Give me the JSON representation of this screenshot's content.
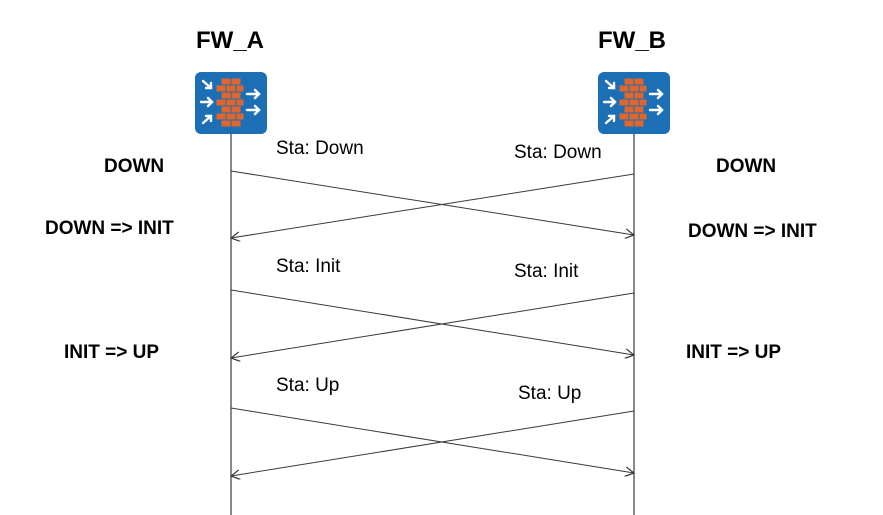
{
  "nodes": {
    "left": {
      "name": "FW_A",
      "icon": "firewall-icon"
    },
    "right": {
      "name": "FW_B",
      "icon": "firewall-icon"
    }
  },
  "left_states": [
    "DOWN",
    "DOWN => INIT",
    "INIT => UP"
  ],
  "right_states": [
    "DOWN",
    "DOWN => INIT",
    "INIT => UP"
  ],
  "messages": [
    {
      "left": "Sta: Down",
      "right": "Sta: Down"
    },
    {
      "left": "Sta: Init",
      "right": "Sta: Init"
    },
    {
      "left": "Sta: Up",
      "right": "Sta: Up"
    }
  ],
  "colors": {
    "icon_background": "#1d6fb5",
    "icon_bricks": "#e0662b",
    "icon_arrows": "#ffffff",
    "lines": "#3a3a3a"
  }
}
